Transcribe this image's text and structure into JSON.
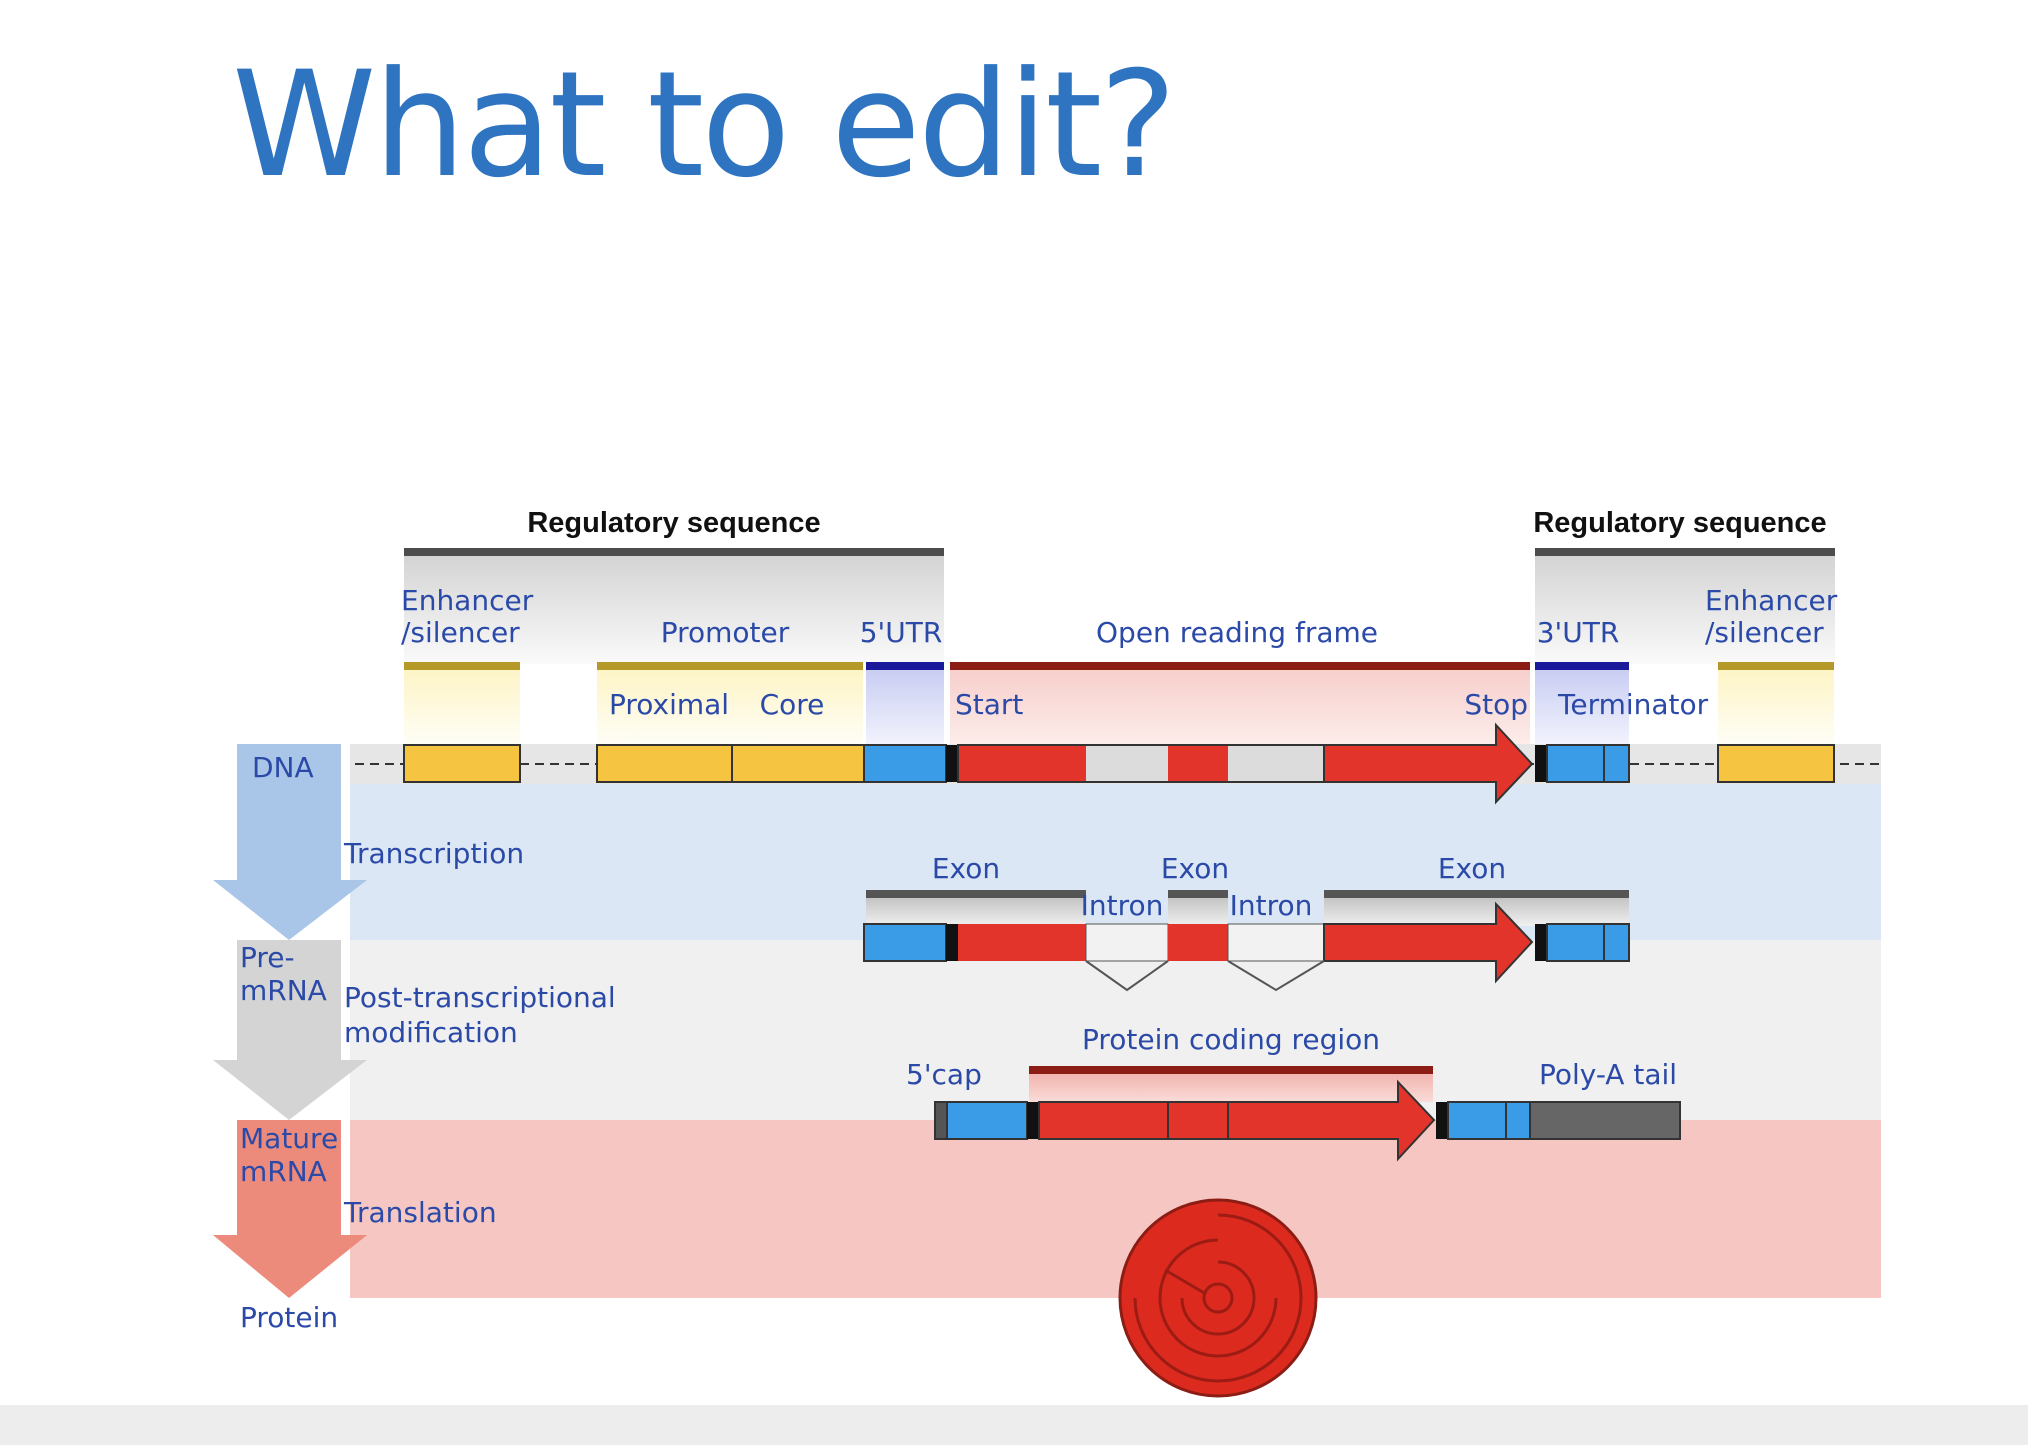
{
  "slide": {
    "title": "What to edit?"
  },
  "diagram": {
    "regulatory_left": "Regulatory sequence",
    "regulatory_right": "Regulatory sequence",
    "enhancer_left_line1": "Enhancer",
    "enhancer_left_line2": "/silencer",
    "enhancer_right_line1": "Enhancer",
    "enhancer_right_line2": "/silencer",
    "promoter": "Promoter",
    "utr5": "5'UTR",
    "orf": "Open reading frame",
    "utr3": "3'UTR",
    "proximal": "Proximal",
    "core": "Core",
    "start": "Start",
    "stop": "Stop",
    "terminator": "Terminator",
    "dna": "DNA",
    "transcription": "Transcription",
    "exon1": "Exon",
    "exon2": "Exon",
    "exon3": "Exon",
    "intron1": "Intron",
    "intron2": "Intron",
    "premrna_line1": "Pre-",
    "premrna_line2": "mRNA",
    "ptm_line1": "Post-transcriptional",
    "ptm_line2": "modification",
    "protein_coding": "Protein coding region",
    "cap5": "5'cap",
    "polya": "Poly-A tail",
    "mature_line1": "Mature",
    "mature_line2": "mRNA",
    "translation": "Translation",
    "protein": "Protein"
  },
  "colors": {
    "title": "#2e74c0",
    "label_blue": "#2b4aa8",
    "enhancer_yellow": "#f5c542",
    "utr_blue": "#3a9be6",
    "orf_red": "#e3342b",
    "intron_grey": "#dcdcdc",
    "polya_grey": "#666666",
    "dna_band": "#dbe7f4",
    "premrna_band": "#f0f0f0",
    "mature_band": "#f5c6c2"
  }
}
